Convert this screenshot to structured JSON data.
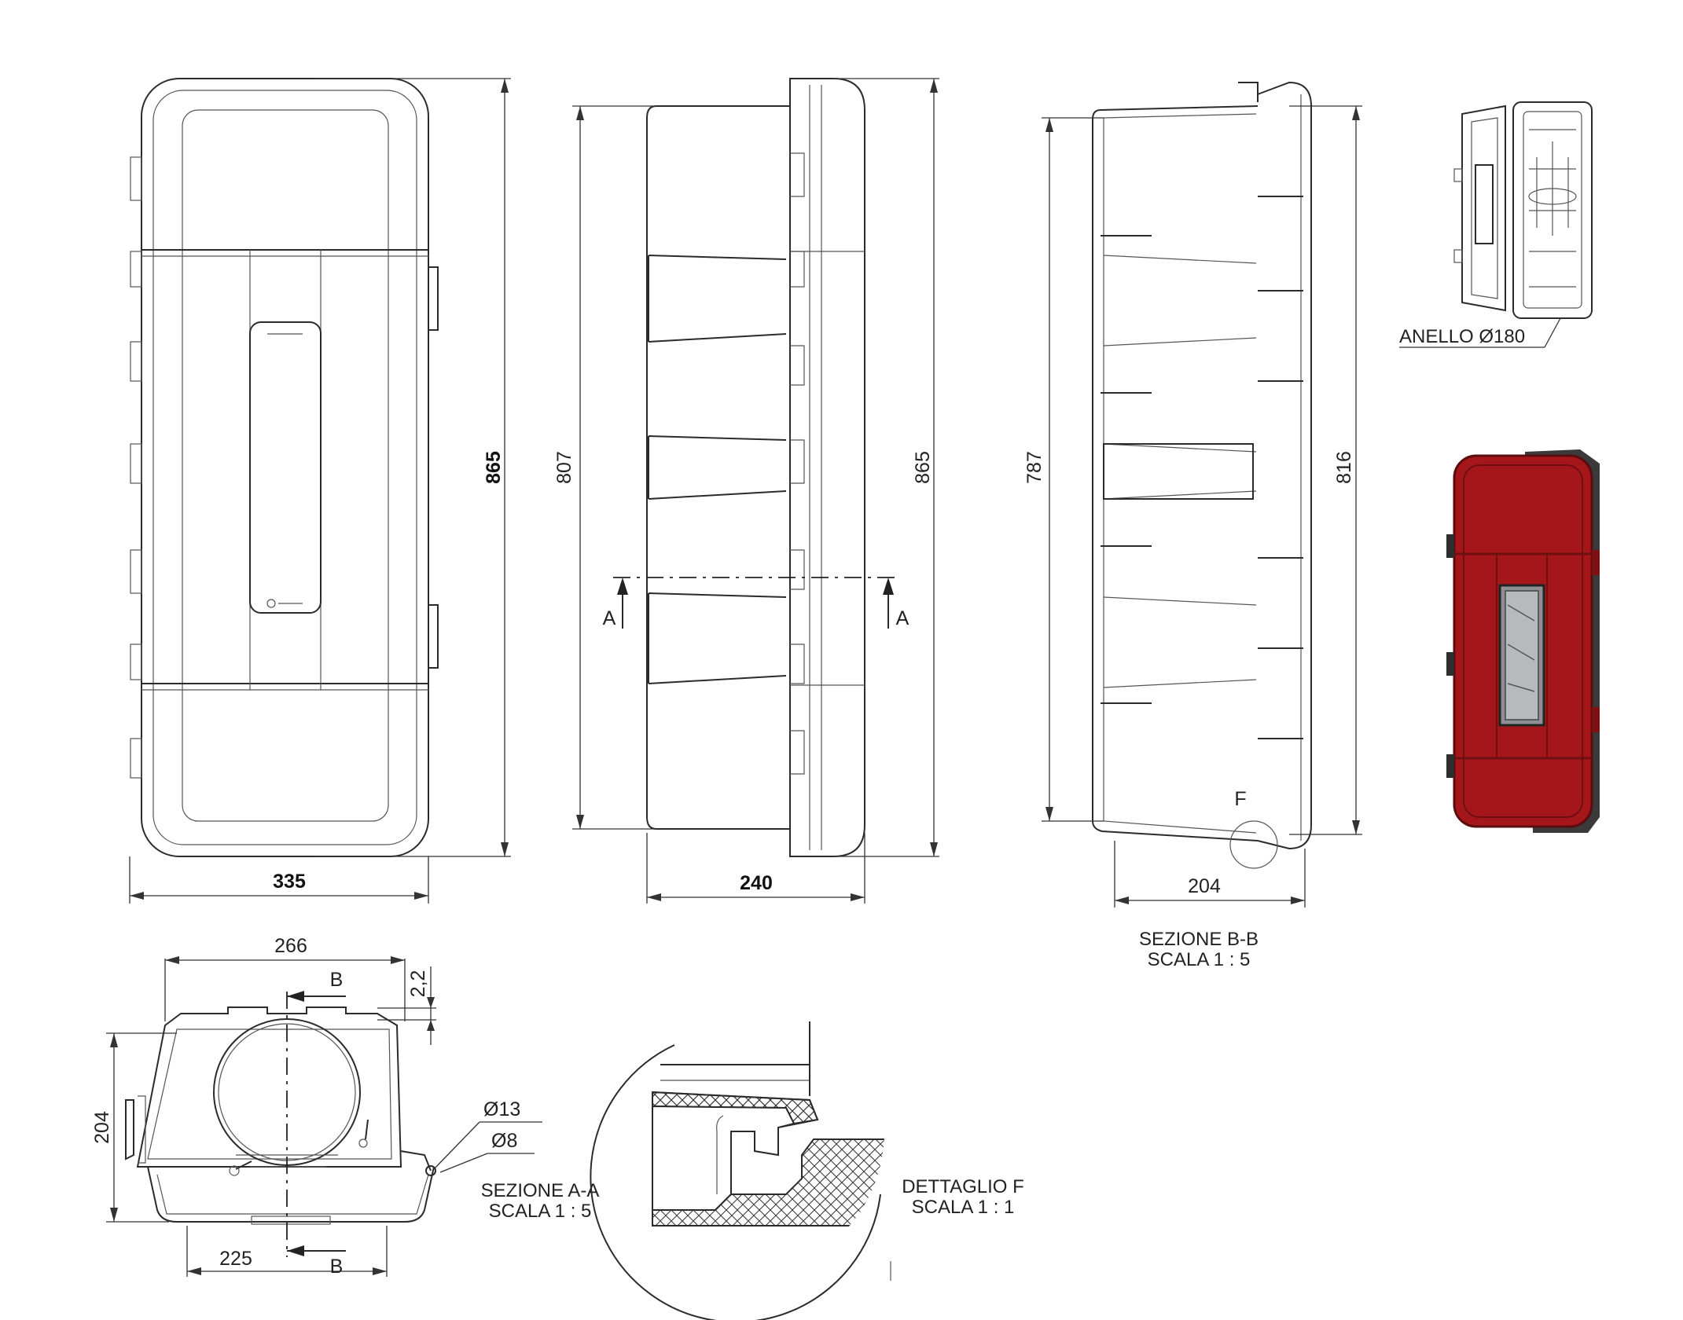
{
  "dimensions": {
    "front_height": "865",
    "front_width": "335",
    "side_height_inner": "807",
    "side_height_outer": "865",
    "side_depth": "240",
    "section_b_height_inner": "787",
    "section_b_height_outer": "816",
    "section_b_depth": "204",
    "section_a_width": "266",
    "section_a_depth": "204",
    "section_a_bottom_width": "225",
    "section_a_rim": "2,2",
    "dia_13": "Ø13",
    "dia_8": "Ø8",
    "ring": "ANELLO Ø180"
  },
  "markers": {
    "section_a_left": "A",
    "section_a_right": "A",
    "section_b_top": "B",
    "section_b_bottom": "B",
    "detail_f": "F"
  },
  "captions": {
    "section_bb_line1": "SEZIONE B-B",
    "section_bb_line2": "SCALA 1 : 5",
    "section_aa_line1": "SEZIONE A-A",
    "section_aa_line2": "SCALA 1 : 5",
    "detail_f_line1": "DETTAGLIO F",
    "detail_f_line2": "SCALA 1 : 1"
  },
  "colors": {
    "line": "#2b2b2b",
    "cabinet_red": "#a5161a",
    "cabinet_dark": "#3a3a3a",
    "window_grey": "#8c8f93"
  }
}
